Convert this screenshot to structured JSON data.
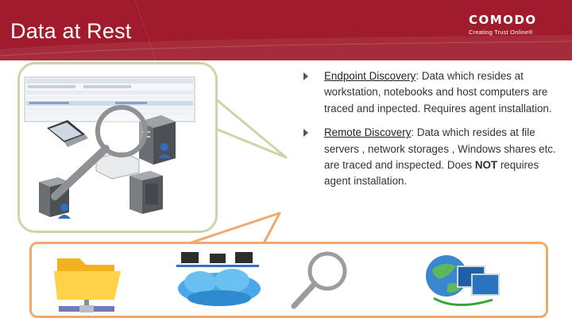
{
  "slide": {
    "title": "Data at Rest"
  },
  "brand": {
    "name": "COMODO",
    "tagline": "Creating Trust Online®"
  },
  "colors": {
    "header_bg": "#a01c2c",
    "bubble_border": "#c9d6a8",
    "panel_border": "#f2a86a",
    "text": "#333333"
  },
  "bullets": [
    {
      "heading": "Endpoint Discovery",
      "sep": ":",
      "text": " Data which resides at workstation, notebooks and host computers are traced and inpected. Requires agent installation."
    },
    {
      "heading": "Remote Discovery",
      "sep": ":",
      "text_before": " Data which resides at file servers , network storages , Windows shares etc. are traced and inspected. Does ",
      "emphasis": "NOT",
      "text_after": " requires agent installation."
    }
  ],
  "icons": {
    "bubble": [
      "screenshot-thumbnail",
      "laptop-icon",
      "server-icon",
      "magnifier-icon",
      "user-icon"
    ],
    "panel": [
      "folder-share-icon",
      "network-cloud-icon",
      "magnifier-icon",
      "network-globe-icon"
    ]
  }
}
